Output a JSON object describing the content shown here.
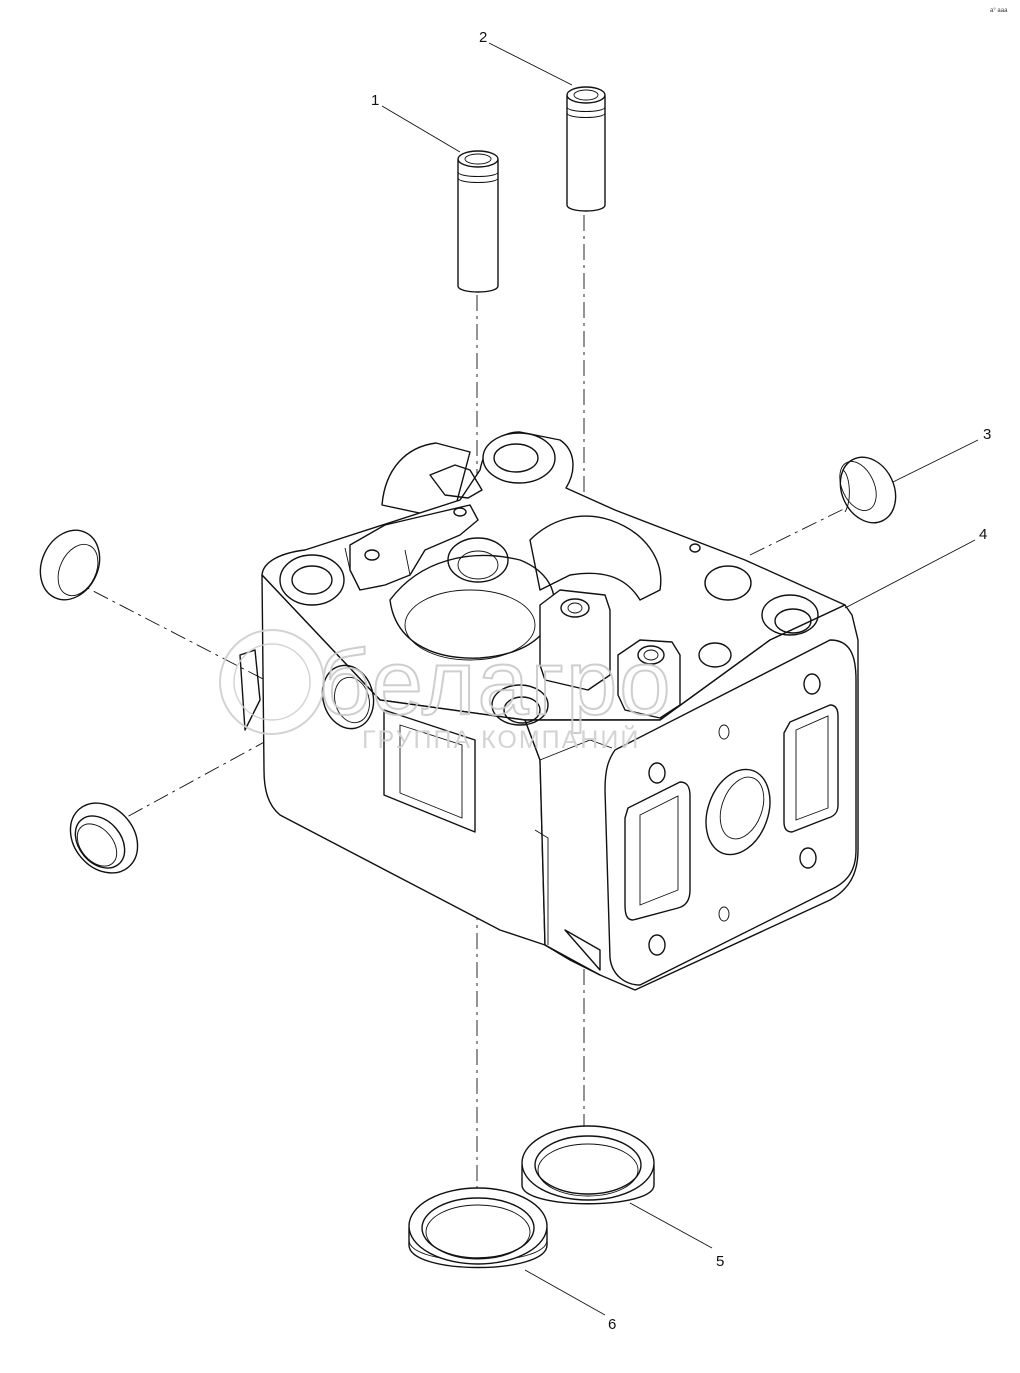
{
  "callouts": [
    {
      "id": "1",
      "label": "1"
    },
    {
      "id": "2",
      "label": "2"
    },
    {
      "id": "3",
      "label": "3"
    },
    {
      "id": "4",
      "label": "4"
    },
    {
      "id": "5",
      "label": "5"
    },
    {
      "id": "6",
      "label": "6"
    }
  ],
  "watermark": {
    "brand": "белагро",
    "subtitle": "ГРУППА КОМПАНИЙ"
  },
  "corner_mark": "a° aaa"
}
